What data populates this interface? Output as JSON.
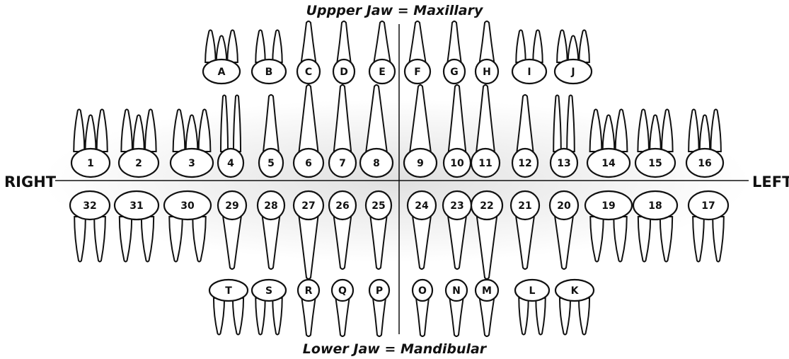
{
  "captions": {
    "upper": "Uppper Jaw = Maxillary",
    "lower": "Lower Jaw = Mandibular"
  },
  "sides": {
    "right": "RIGHT",
    "left": "LEFT"
  },
  "colors": {
    "ink": "#111111",
    "tooth_fill": "#ffffff",
    "shade": "#d9d9d9"
  },
  "teeth": {
    "primary_upper": [
      "A",
      "B",
      "C",
      "D",
      "E",
      "F",
      "G",
      "H",
      "I",
      "J"
    ],
    "permanent_upper": [
      "1",
      "2",
      "3",
      "4",
      "5",
      "6",
      "7",
      "8",
      "9",
      "10",
      "11",
      "12",
      "13",
      "14",
      "15",
      "16"
    ],
    "permanent_lower": [
      "32",
      "31",
      "30",
      "29",
      "28",
      "27",
      "26",
      "25",
      "24",
      "23",
      "22",
      "21",
      "20",
      "19",
      "18",
      "17"
    ],
    "primary_lower": [
      "T",
      "S",
      "R",
      "Q",
      "P",
      "O",
      "N",
      "M",
      "L",
      "K"
    ]
  }
}
